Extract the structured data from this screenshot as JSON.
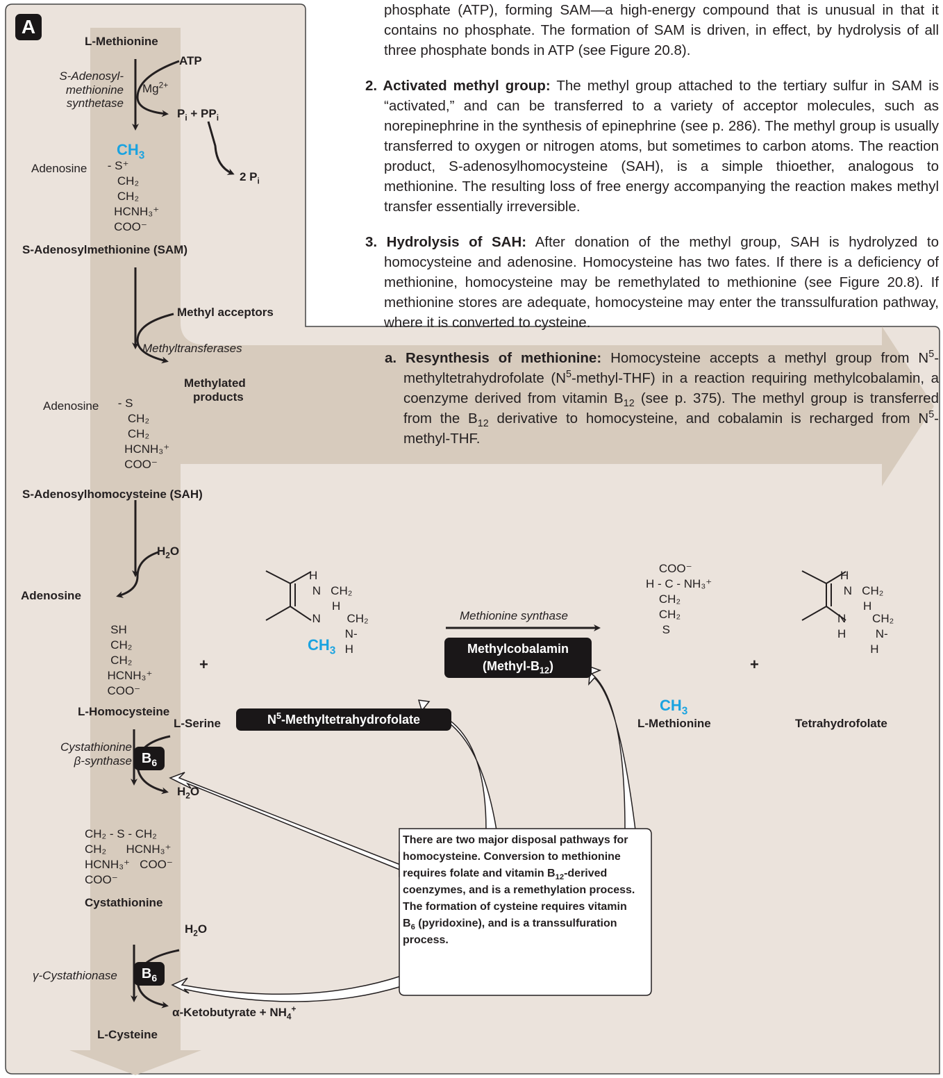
{
  "panel_label": "A",
  "text": {
    "intro": "phosphate (ATP), forming SAM—a high-energy compound that is unusual in that it contains no phosphate. The formation of SAM is driven, in effect, by hydrolysis of all three phosphate bonds in ATP (see Figure 20.8).",
    "item2_head": "2. Activated methyl group:",
    "item2_body": " The methyl group attached to the tertiary sulfur in SAM is “activated,” and can be transferred to a variety of acceptor molecules, such as norepinephrine in the synthesis of epinephrine (see p. 286). The methyl group is usually transferred to oxygen or nitrogen atoms, but sometimes to carbon atoms. The reaction product, S-adenosylhomocysteine (SAH), is a simple thioether, analogous to methionine. The resulting loss of free energy accompanying the reaction makes methyl transfer essentially irreversible.",
    "item3_head": "3. Hydrolysis of SAH:",
    "item3_body": " After donation of the methyl group, SAH is hydrolyzed to homocysteine and adenosine. Homocysteine has two fates. If there is a deficiency of methionine, homocysteine may be remethylated to methionine (see Figure 20.8). If methionine stores are adequate, homocysteine may enter the transsulfuration pathway, where it is converted to cysteine.",
    "item3a_head": "a. Resynthesis of methionine:",
    "item3a_body1": " Homocysteine accepts a methyl group from N",
    "item3a_sup1": "5",
    "item3a_body2": "-methyltetrahydrofolate (N",
    "item3a_sup2": "5",
    "item3a_body3": "-methyl-THF) in a reaction requiring methylcobalamin, a coenzyme derived from vitamin B",
    "item3a_sub1": "12",
    "item3a_body4": " (see p. 375). The methyl group is transferred from the B",
    "item3a_sub2": "12",
    "item3a_body5": " derivative to homocysteine, and cobalamin is recharged from N",
    "item3a_sup3": "5",
    "item3a_body6": "-methyl-THF."
  },
  "diagram": {
    "methionine_top": "L-Methionine",
    "atp": "ATP",
    "mg": "Mg",
    "mg_sup": "2+",
    "enzyme_sam_synthetase_1": "S-Adenosyl-",
    "enzyme_sam_synthetase_2": "methionine",
    "enzyme_sam_synthetase_3": "synthetase",
    "pi_ppi": "P",
    "pi_ppi_tail": " + PP",
    "pi_sub": "i",
    "two_pi": "2 P",
    "ch3": "CH",
    "ch3_sub": "3",
    "adenosine_s_plus": "Adenosine",
    "sam_name": "S-Adenosylmethionine (SAM)",
    "methyl_acceptors": "Methyl acceptors",
    "methyltransferases": "Methyltransferases",
    "methylated_products_1": "Methylated",
    "methylated_products_2": "products",
    "adenosine_s": "Adenosine",
    "sah_name": "S-Adenosylhomocysteine (SAH)",
    "h2o": "H",
    "adenosine_out": "Adenosine",
    "homocysteine": "L-Homocysteine",
    "plus": "+",
    "serine": "L-Serine",
    "cbs_1": "Cystathionine",
    "cbs_2": "β-synthase",
    "b6": "B",
    "b6_sub": "6",
    "h2o_out": "H",
    "cystathionine": "Cystathionine",
    "h2o_in2": "H",
    "gamma_cystathionase": "γ-Cystathionase",
    "ketobutyrate": "α-Ketobutyrate + NH",
    "nh4_sub": "4",
    "nh4_sup": "+",
    "cysteine": "L-Cysteine",
    "n5_label_prefix": "N",
    "n5_label_sup": "5",
    "n5_label_rest": "-Methyltetrahydrofolate",
    "methionine_synthase": "Methionine synthase",
    "methylcobalamin_1": "Methylcobalamin",
    "methylcobalamin_2": "(Methyl-B",
    "methylcobalamin_sub": "12",
    "methylcobalamin_end": ")",
    "methionine_right": "L-Methionine",
    "thf": "Tetrahydrofolate",
    "callout_1": "There are two major disposal pathways for homocysteine. Conversion to methionine requires folate and vitamin B",
    "callout_sub": "12",
    "callout_2": "-derived coenzymes, and is a remethylation process. The formation of cysteine requires vitamin B",
    "callout_sub2": "6",
    "callout_3": " (pyridoxine), and is a transsulfuration process."
  },
  "colors": {
    "panel_bg": "#ebe3dc",
    "pathway_arrow": "#d7cbbd",
    "methyl_blue": "#1aa3e0",
    "badge": "#1a1718"
  }
}
